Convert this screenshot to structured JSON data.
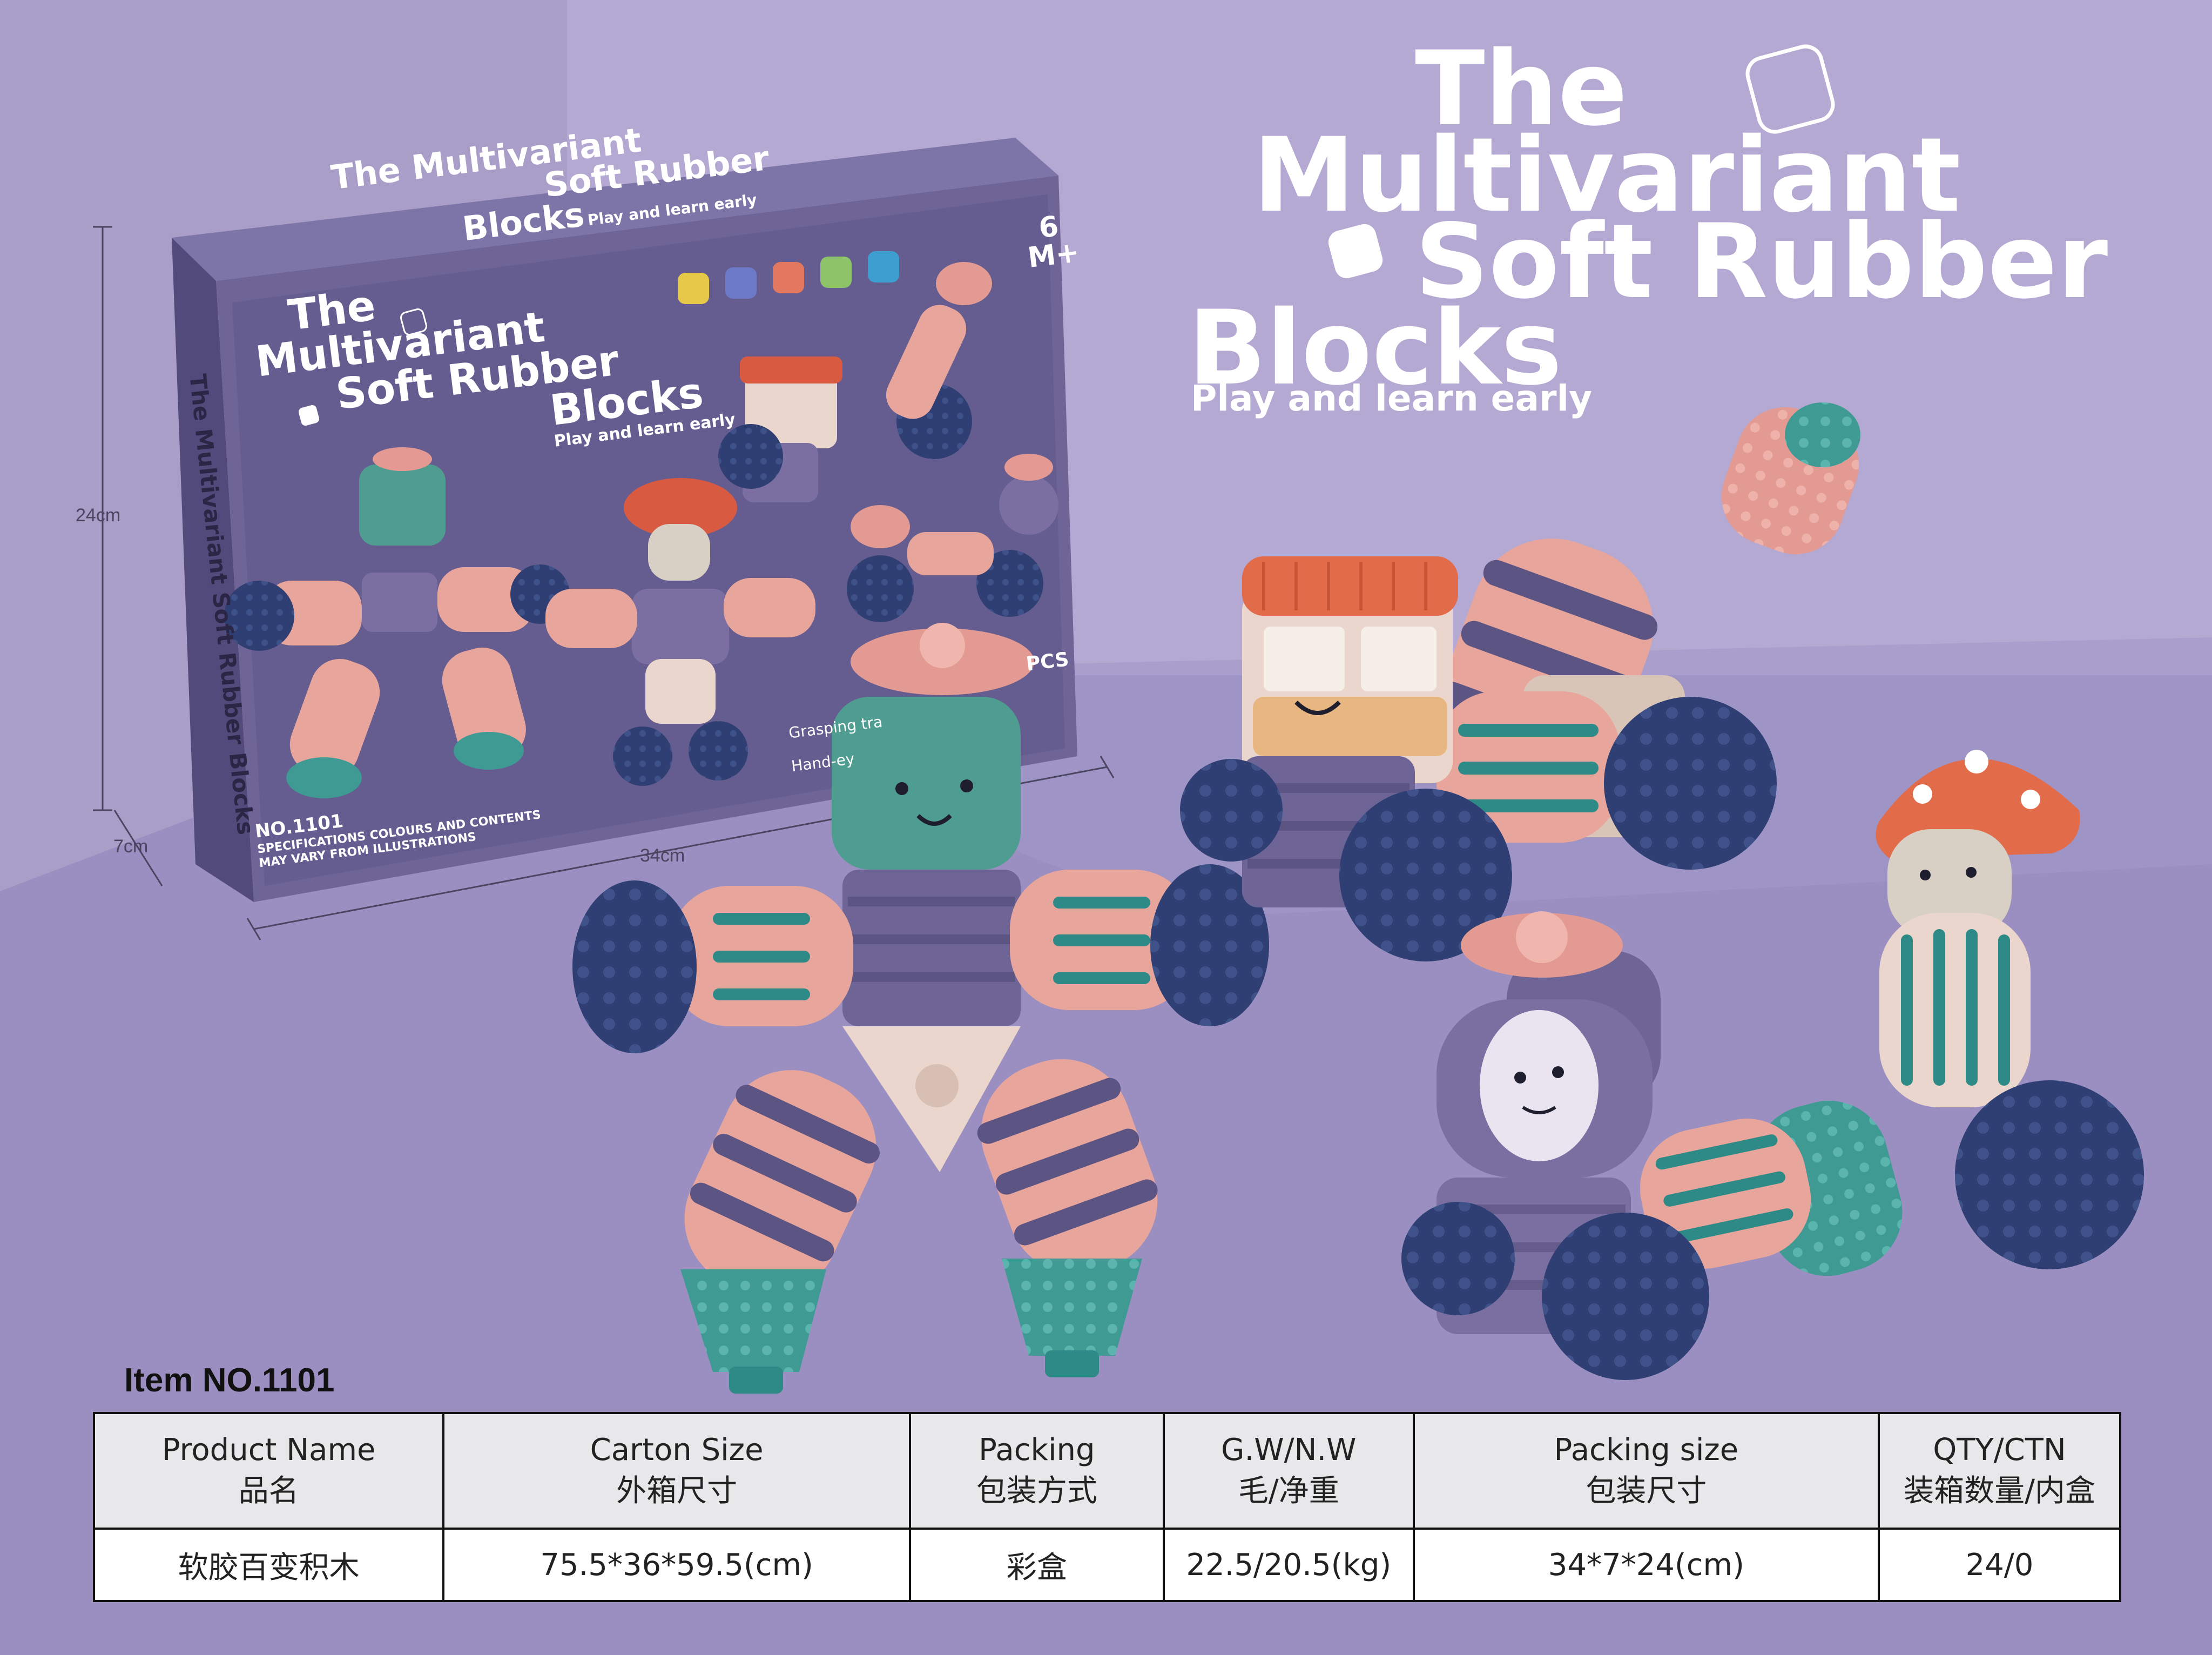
{
  "colors": {
    "background": "#b4a9d2",
    "headline": "#ffffff",
    "box_purple": "#6e6596",
    "toy_navy": "#2f3f73",
    "toy_pink": "#e8a59b",
    "toy_teal": "#3f9a94",
    "toy_orange": "#e26b4a",
    "table_header_bg": "#e8e8ea"
  },
  "headline": {
    "line1": "The",
    "line2": "Multivariant",
    "line3": "Soft Rubber",
    "line4": "Blocks",
    "tagline": "Play and learn early"
  },
  "package_box": {
    "top_text_1": "The Multivariant",
    "top_text_2": "Soft Rubber",
    "top_text_3": "Blocks",
    "top_tagline": "Play and learn early",
    "age_badge": "6 M+",
    "front_line1": "The",
    "front_line2": "Multivariant",
    "front_line3": "Soft Rubber",
    "front_line4": "Blocks",
    "front_tagline": "Play and learn early",
    "side_text": "The Multivariant Soft Rubber Blocks",
    "model_no": "NO.1101",
    "disclaimer_1": "SPECIFICATIONS COLOURS AND CONTENTS",
    "disclaimer_2": "MAY VARY FROM ILLUSTRATIONS",
    "pieces_label": "PCS",
    "feature_1": "Grasping tra",
    "feature_2": "Hand-ey"
  },
  "dimensions": {
    "height": "24cm",
    "depth": "7cm",
    "width": "34cm"
  },
  "item_label": "Item NO.1101",
  "spec_table": {
    "headers": [
      {
        "en": "Product Name",
        "cn": "品名"
      },
      {
        "en": "Carton Size",
        "cn": "外箱尺寸"
      },
      {
        "en": "Packing",
        "cn": "包装方式"
      },
      {
        "en": "G.W/N.W",
        "cn": "毛/净重"
      },
      {
        "en": "Packing size",
        "cn": "包装尺寸"
      },
      {
        "en": "QTY/CTN",
        "cn": "装箱数量/内盒"
      }
    ],
    "row": [
      "软胶百变积木",
      "75.5*36*59.5(cm)",
      "彩盒",
      "22.5/20.5(kg)",
      "34*7*24(cm)",
      "24/0"
    ]
  }
}
